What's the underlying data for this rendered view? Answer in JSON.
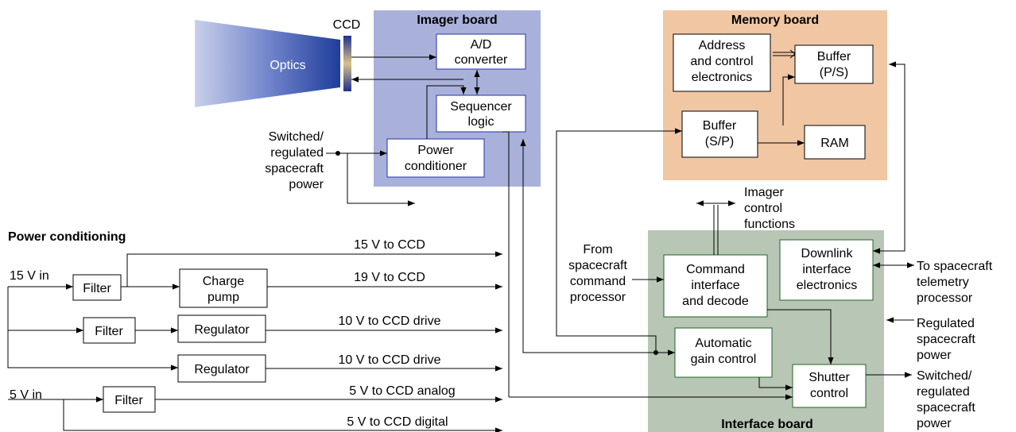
{
  "optics": {
    "label": "Optics",
    "ccd_label": "CCD"
  },
  "boards": {
    "imager": "Imager board",
    "memory": "Memory board",
    "interface": "Interface board"
  },
  "imager_blocks": {
    "ad": [
      "A/D",
      "converter"
    ],
    "sequencer": [
      "Sequencer",
      "logic"
    ],
    "power_cond": [
      "Power",
      "conditioner"
    ]
  },
  "memory_blocks": {
    "address": [
      "Address",
      "and control",
      "electronics"
    ],
    "buffer_ps": [
      "Buffer",
      "(P/S)"
    ],
    "buffer_sp": [
      "Buffer",
      "(S/P)"
    ],
    "ram": "RAM"
  },
  "interface_blocks": {
    "command": [
      "Command",
      "interface",
      "and decode"
    ],
    "downlink": [
      "Downlink",
      "interface",
      "electronics"
    ],
    "agc": [
      "Automatic",
      "gain control"
    ],
    "shutter": [
      "Shutter",
      "control"
    ]
  },
  "labels": {
    "switched_power": [
      "Switched/",
      "regulated",
      "spacecraft",
      "power"
    ],
    "imager_control": [
      "Imager",
      "control",
      "functions"
    ],
    "from_cmd": [
      "From",
      "spacecraft",
      "command",
      "processor"
    ],
    "to_telemetry": [
      "To spacecraft",
      "telemetry",
      "processor"
    ],
    "regulated_power": [
      "Regulated",
      "spacecraft",
      "power"
    ],
    "switched_out": [
      "Switched/",
      "regulated",
      "spacecraft",
      "power"
    ]
  },
  "power": {
    "title": "Power conditioning",
    "in15": "15 V in",
    "in5": "5 V in",
    "filter": "Filter",
    "charge_pump": [
      "Charge",
      "pump"
    ],
    "regulator": "Regulator",
    "outputs": [
      "15 V to CCD",
      "19 V to CCD",
      "10 V to CCD drive",
      "10 V to CCD drive",
      "5 V to CCD analog",
      "5 V to CCD digital"
    ]
  }
}
